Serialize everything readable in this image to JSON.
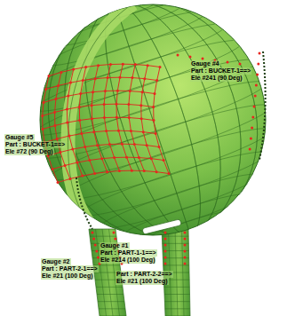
{
  "diagram": {
    "labels": [
      "Gauge #4",
      "Part : BUCKET-1==>",
      "Ele #241 (90 Deg)",
      "Gauge #5",
      "Part : BUCKET-1==>",
      "Ele #72 (90 Deg)",
      "Gauge #1",
      "Part : PART-1-1==>",
      "Ele #214 (100 Deg)",
      "Gauge #2",
      "Part : PART-2-1==>",
      "Ele #21 (100 Deg)",
      "Part : PART-2-2==>",
      "Ele #21 (100 Deg)"
    ]
  }
}
